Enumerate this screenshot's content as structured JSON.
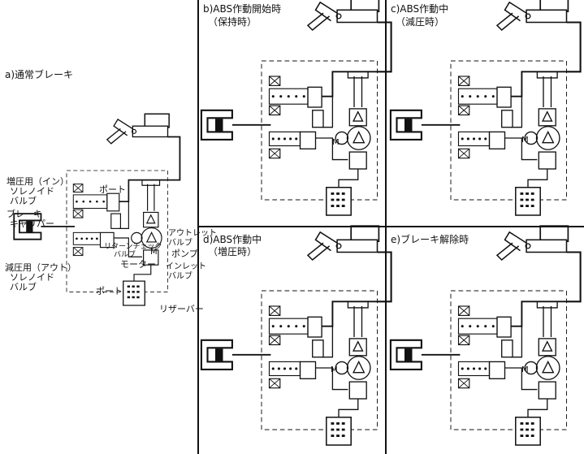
{
  "panels": {
    "a": {
      "caption": "a)通常ブレーキ"
    },
    "b": {
      "caption_line1": "b)ABS作動開始時",
      "caption_line2": "（保持時）"
    },
    "c": {
      "caption_line1": "c)ABS作動中",
      "caption_line2": "（減圧時）"
    },
    "d": {
      "caption_line1": "d)ABS作動中",
      "caption_line2": "（増圧時）"
    },
    "e": {
      "caption": "e)ブレーキ解除時"
    }
  },
  "labels": {
    "inlet_valve_1": "増圧用（イン）",
    "inlet_valve_2": "ソレノイド",
    "inlet_valve_3": "バルブ",
    "port_top": "ポート",
    "caliper_1": "ブレーキ",
    "caliper_2": "キャリパー",
    "outlet_sol_1": "減圧用（アウト）",
    "outlet_sol_2": "ソレノイド",
    "outlet_sol_3": "バルブ",
    "port_bottom": "ポート",
    "return_check_1": "リターンチェック",
    "return_check_2": "バルブ",
    "motor": "モーター",
    "motor_symbol": "M",
    "outlet_valve_1": "アウトレット",
    "outlet_valve_2": "バルブ",
    "pump": "ポンプ",
    "inlet_check_1": "インレット",
    "inlet_check_2": "バルブ",
    "reservoir": "リザーバー"
  }
}
